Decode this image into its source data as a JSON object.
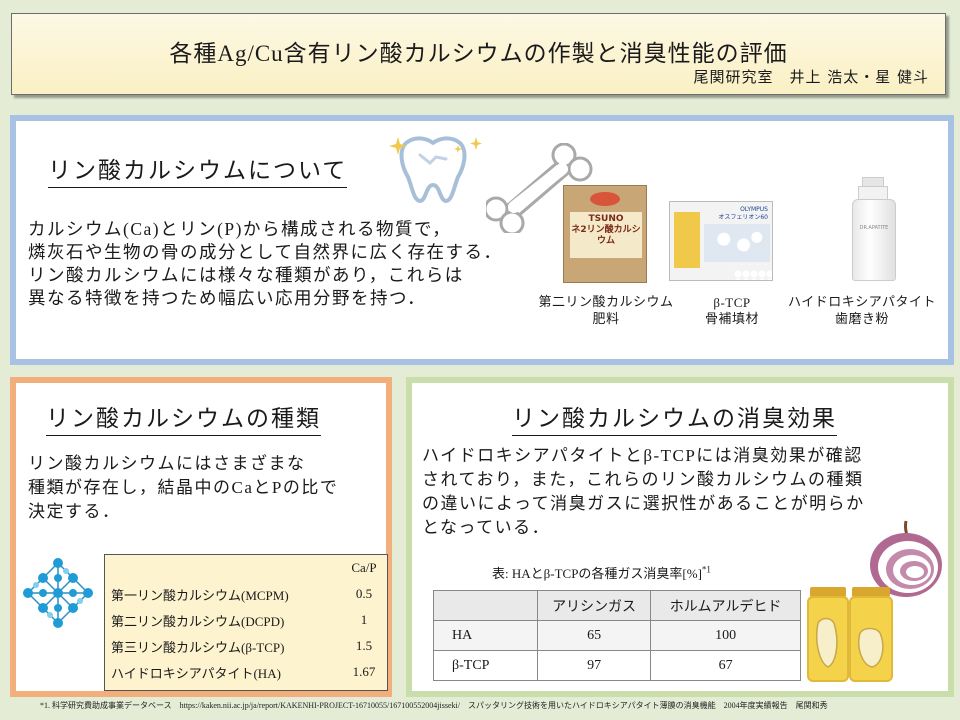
{
  "title": {
    "main": "各種Ag/Cu含有リン酸カルシウムの作製と消臭性能の評価",
    "authors": "尾関研究室　井上 浩太・星 健斗"
  },
  "about": {
    "heading": "リン酸カルシウムについて",
    "lines": [
      "カルシウム(Ca)とリン(P)から構成される物質で，",
      "燐灰石や生物の骨の成分として自然界に広く存在する．",
      "リン酸カルシウムには様々な種類があり，これらは",
      "異なる特徴を持つため幅広い応用分野を持つ．"
    ],
    "products": [
      {
        "name": "第二リン酸カルシウム",
        "use": "肥料",
        "package_text": "TSUNO\nネ2リン酸カルシウム"
      },
      {
        "name": "β-TCP",
        "use": "骨補填材",
        "package_text": "OLYMPUS\nオスフェリオン60"
      },
      {
        "name": "ハイドロキシアパタイト",
        "use": "歯磨き粉",
        "package_text": "DR.APATITE"
      }
    ]
  },
  "types": {
    "heading": "リン酸カルシウムの種類",
    "lines": [
      "リン酸カルシウムにはさまざまな",
      "種類が存在し，結晶中のCaとPの比で",
      "決定する．"
    ],
    "table": {
      "header": "Ca/P",
      "rows": [
        {
          "name": "第一リン酸カルシウム(MCPM)",
          "value": "0.5"
        },
        {
          "name": "第二リン酸カルシウム(DCPD)",
          "value": "1"
        },
        {
          "name": "第三リン酸カルシウム(β-TCP)",
          "value": "1.5"
        },
        {
          "name": "ハイドロキシアパタイト(HA)",
          "value": "1.67"
        }
      ]
    }
  },
  "deodor": {
    "heading": "リン酸カルシウムの消臭効果",
    "lines": [
      "ハイドロキシアパタイトとβ-TCPには消臭効果が確認",
      "されており，また，これらのリン酸カルシウムの種類",
      "の違いによって消臭ガスに選択性があることが明らか",
      "となっている．"
    ],
    "table_caption": "表: HAとβ-TCPの各種ガス消臭率[%]",
    "table_caption_sup": "*1",
    "table": {
      "columns": [
        "",
        "アリシンガス",
        "ホルムアルデヒド"
      ],
      "rows": [
        {
          "label": "HA",
          "values": [
            "65",
            "100"
          ]
        },
        {
          "label": "β-TCP",
          "values": [
            "97",
            "67"
          ]
        }
      ]
    }
  },
  "footnote": "*1. 科学研究費助成事業データベース　https://kaken.nii.ac.jp/ja/report/KAKENHI-PROJECT-16710055/167100552004jisseki/　スパッタリング技術を用いたハイドロキシアパタイト薄膜の消臭機能　2004年度実績報告　尾関和秀",
  "colors": {
    "background": "#e4ecd6",
    "about_border": "#a7c2e2",
    "types_border": "#f2af7c",
    "deodor_border": "#c9deaa",
    "title_fill": "#faf0c4",
    "types_table_fill": "#fdf3cf"
  },
  "icons": [
    "tooth-icon",
    "bone-icon",
    "sparkle-icon",
    "crystal-lattice-icon",
    "onion-icon",
    "garlic-jar-icon"
  ]
}
